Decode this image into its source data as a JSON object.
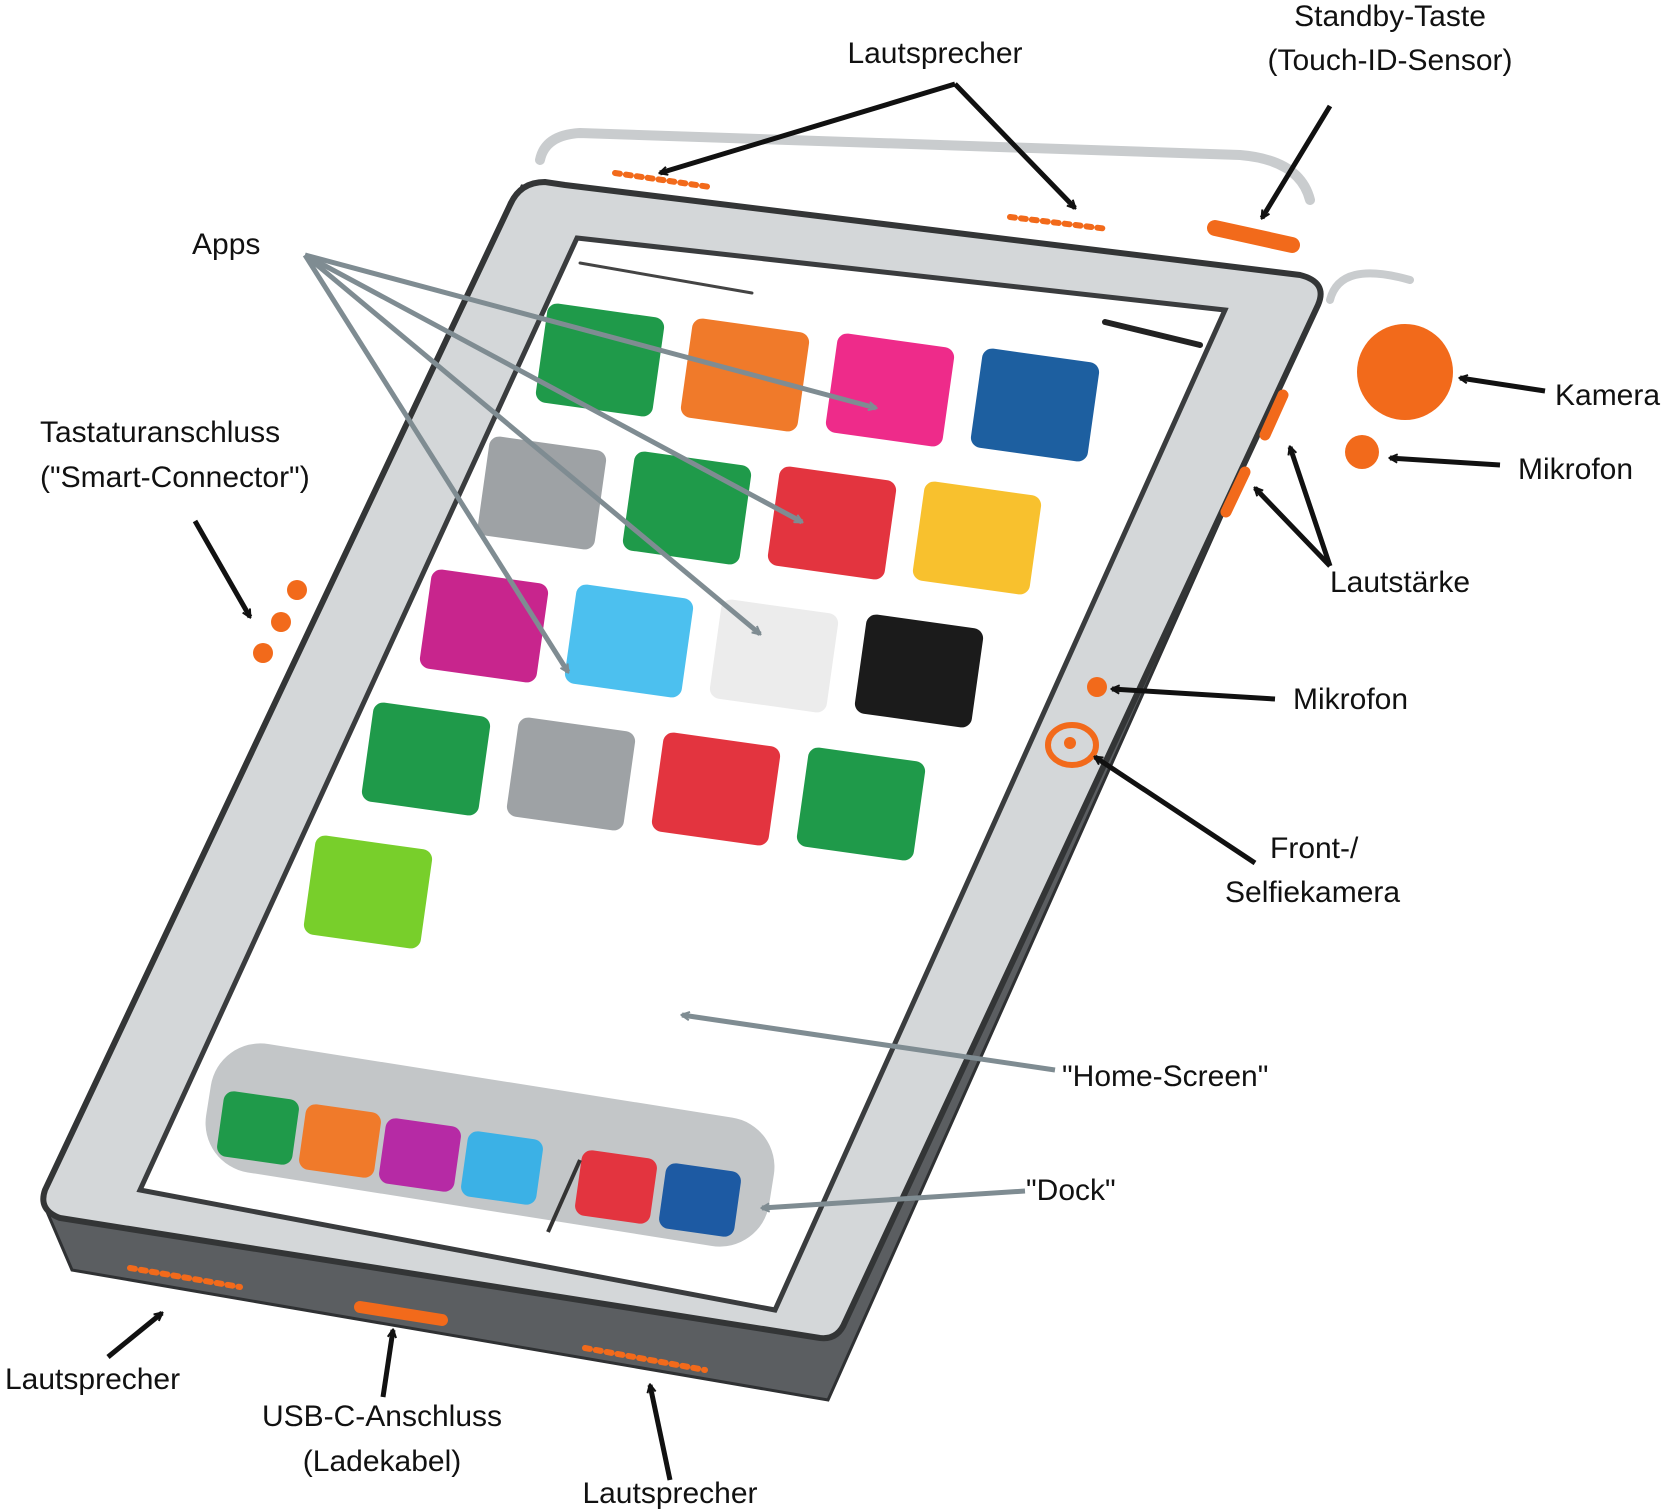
{
  "colors": {
    "accent": "#f26a1b",
    "frame": "#c9ccce",
    "frame_dark": "#4d4f52",
    "arrow_black": "#111111",
    "arrow_gray": "#7f8c92"
  },
  "labels": {
    "lautsprecher_top": "Lautsprecher",
    "standby_line1": "Standby-Taste",
    "standby_line2": "(Touch-ID-Sensor)",
    "apps": "Apps",
    "kamera": "Kamera",
    "mikrofon_rear": "Mikrofon",
    "tastatur_line1": "Tastaturanschluss",
    "tastatur_line2": "(\"Smart-Connector\")",
    "lautstaerke": "Lautstärke",
    "mikrofon_front": "Mikrofon",
    "front_line1": "Front-/",
    "front_line2": "Selfiekamera",
    "home_screen": "\"Home-Screen\"",
    "dock": "\"Dock\"",
    "lautsprecher_bottom_left": "Lautsprecher",
    "usb_line1": "USB-C-Anschluss",
    "usb_line2": "(Ladekabel)",
    "lautsprecher_bottom_right": "Lautsprecher"
  },
  "app_icons": [
    {
      "color": "#1f9a4a"
    },
    {
      "color": "#f07a2a"
    },
    {
      "color": "#ee2b8a"
    },
    {
      "color": "#1d5fa0"
    },
    {
      "color": "#9ea2a5"
    },
    {
      "color": "#1f9a4a"
    },
    {
      "color": "#e3343f"
    },
    {
      "color": "#f8c12e"
    },
    {
      "color": "#c8258d"
    },
    {
      "color": "#4cc0ef"
    },
    {
      "color": "#ececec"
    },
    {
      "color": "#1b1b1b"
    },
    {
      "color": "#1f9a4a"
    },
    {
      "color": "#9ea2a5"
    },
    {
      "color": "#e3343f"
    },
    {
      "color": "#1f9a4a"
    },
    {
      "color": "#78cf2b"
    }
  ],
  "dock_icons": [
    {
      "color": "#1f9a4a"
    },
    {
      "color": "#f07a2a"
    },
    {
      "color": "#b62aa5"
    },
    {
      "color": "#3bb1e6"
    },
    {
      "color": "#e3343f"
    },
    {
      "color": "#1d5aa3"
    }
  ]
}
